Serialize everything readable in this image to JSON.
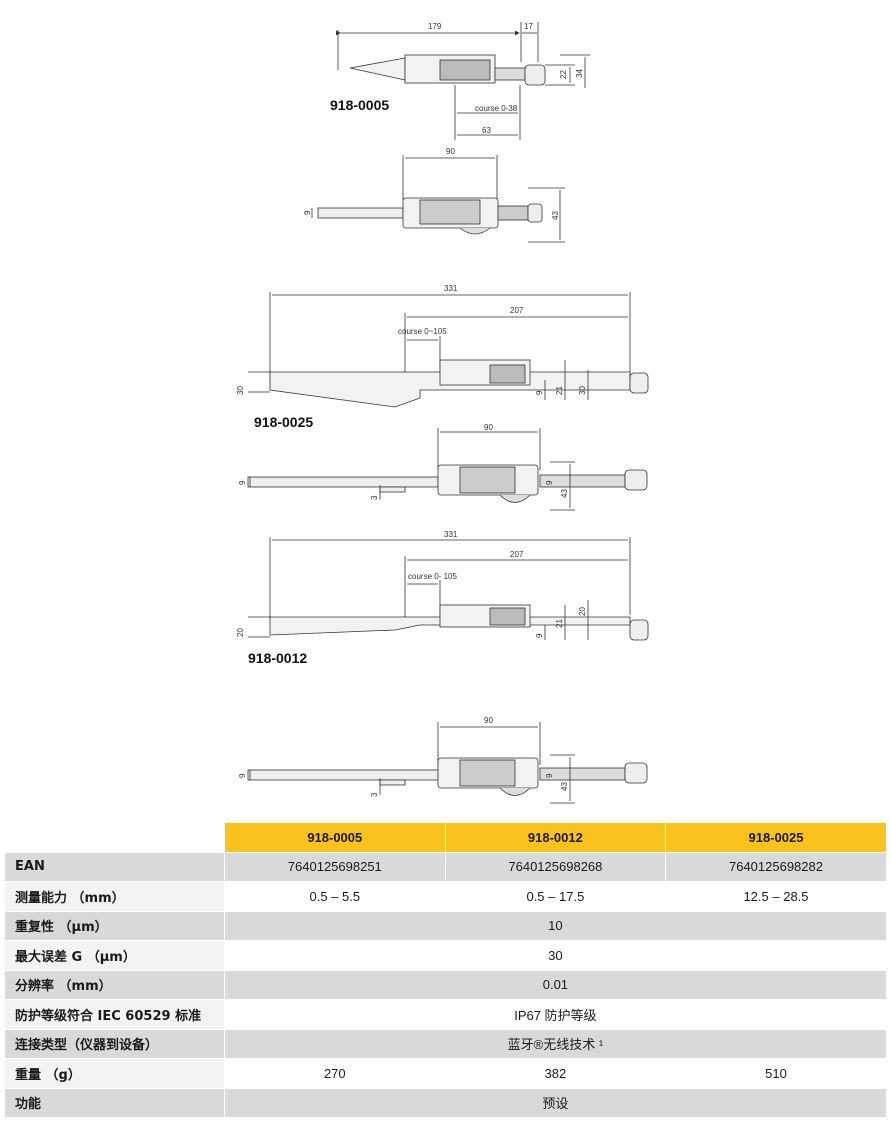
{
  "drawings": {
    "d1": {
      "model": "918-0005",
      "dims": [
        "179",
        "17",
        "22",
        "34",
        "course 0-38",
        "63"
      ]
    },
    "d2": {
      "dims": [
        "90",
        "9",
        "43"
      ]
    },
    "d3": {
      "model": "918-0025",
      "dims": [
        "331",
        "207",
        "course 0~105",
        "30",
        "9",
        "21",
        "30"
      ]
    },
    "d4": {
      "dims": [
        "90",
        "9",
        "3",
        "9",
        "43"
      ]
    },
    "d5": {
      "model": "918-0012",
      "dims": [
        "331",
        "207",
        "course 0- 105",
        "20",
        "9",
        "21",
        "20"
      ]
    },
    "d6": {
      "dims": [
        "90",
        "9",
        "3",
        "9",
        "43"
      ]
    }
  },
  "table": {
    "headers": [
      "918-0005",
      "918-0012",
      "918-0025"
    ],
    "rows": [
      {
        "label": "EAN",
        "values": [
          "7640125698251",
          "7640125698268",
          "7640125698282"
        ]
      },
      {
        "label": "测量能力 （mm）",
        "values": [
          "0.5 – 5.5",
          "0.5 – 17.5",
          "12.5 – 28.5"
        ]
      },
      {
        "label": "重复性 （μm）",
        "value": "10"
      },
      {
        "label": "最大误差 G （μm）",
        "value": "30"
      },
      {
        "label": "分辨率 （mm）",
        "value": "0.01"
      },
      {
        "label": "防护等级符合 IEC 60529 标准",
        "value": "IP67 防护等级"
      },
      {
        "label": "连接类型（仪器到设备）",
        "value": "蓝牙®无线技术 ¹"
      },
      {
        "label": "重量 （g）",
        "values": [
          "270",
          "382",
          "510"
        ]
      },
      {
        "label": "功能",
        "value": "预设"
      }
    ]
  }
}
